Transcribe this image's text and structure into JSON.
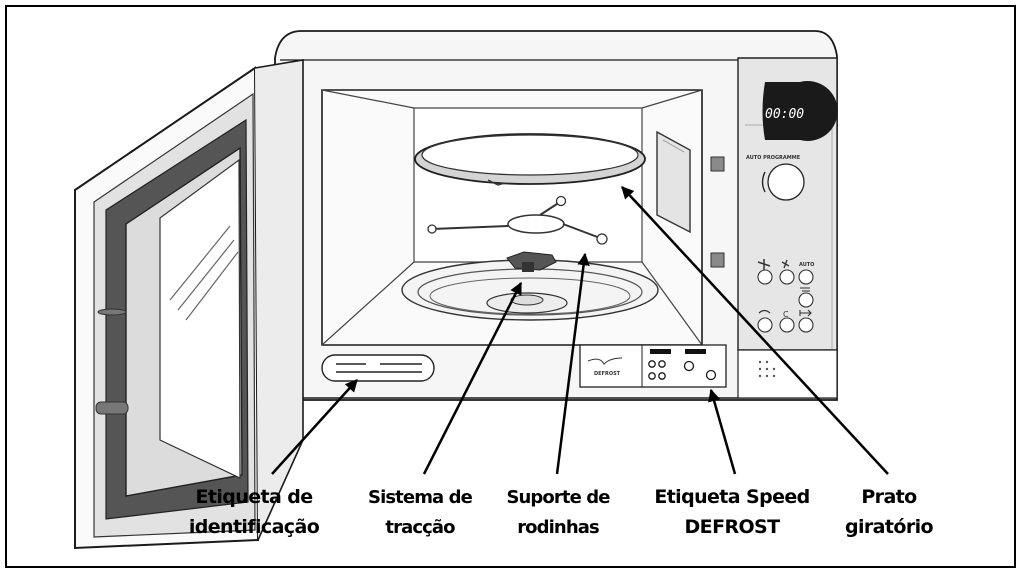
{
  "display": {
    "time": "00:00"
  },
  "control_panel": {
    "dial_label": "AUTO PROGRAMME",
    "auto_label": "AUTO",
    "clear_label": "C"
  },
  "speed_defrost_sticker": {
    "text": "DEFROST"
  },
  "callouts": [
    {
      "line1": "Etiqueta de",
      "line2": "identificação"
    },
    {
      "line1": "Sistema de",
      "line2": "tracção"
    },
    {
      "line1": "Suporte de",
      "line2": "rodinhas"
    },
    {
      "line1": "Etiqueta Speed",
      "line2": "DEFROST"
    },
    {
      "line1": "Prato",
      "line2": "giratório"
    }
  ]
}
